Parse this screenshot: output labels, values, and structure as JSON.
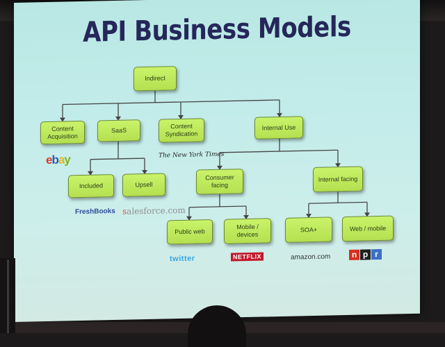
{
  "slide": {
    "title": "API Business Models"
  },
  "nodes": {
    "indirect": "Indirect",
    "content_acquisition": "Content\nAcquisition",
    "saas": "SaaS",
    "content_syndication": "Content\nSyndication",
    "internal_use": "Internal Use",
    "included": "Included",
    "upsell": "Upsell",
    "consumer_facing": "Consumer\nfacing",
    "internal_facing": "Internal facing",
    "public_web": "Public web",
    "mobile_devices": "Mobile /\ndevices",
    "soa": "SOA+",
    "web_mobile": "Web / mobile"
  },
  "logos": {
    "ebay": [
      "e",
      "b",
      "a",
      "y"
    ],
    "nyt": "The New York Times",
    "freshbooks": "FreshBooks",
    "salesforce": [
      "s",
      "alesforce.com"
    ],
    "twitter": "twitter",
    "netflix": "NETFLIX",
    "amazon": "amazon.com",
    "npr": [
      "n",
      "p",
      "r"
    ]
  },
  "colors": {
    "node_fill": "#c2ec5e",
    "title": "#25275a",
    "background": "#c2ecea",
    "npr_n": "#d5301f",
    "npr_p": "#1f1f1f",
    "npr_r": "#3b6fc4"
  }
}
